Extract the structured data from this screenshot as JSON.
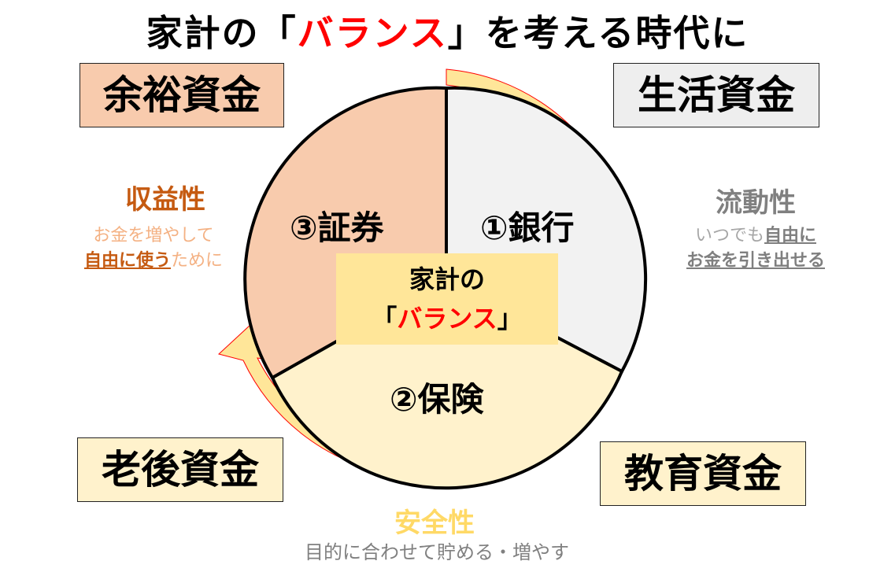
{
  "title": {
    "prefix": "家計の「",
    "highlight": "バランス",
    "suffix": "」を考える時代に"
  },
  "funds": {
    "yoyu": "余裕資金",
    "seikatsu": "生活資金",
    "rougo": "老後資金",
    "kyoiku": "教育資金"
  },
  "segments": {
    "bank": "①銀行",
    "insurance": "②保険",
    "securities": "③証券"
  },
  "center": {
    "line1": "家計の",
    "open": "「",
    "highlight": "バランス",
    "close": "」"
  },
  "properties": {
    "shueki": {
      "label": "収益性",
      "line1": "お金を増やして",
      "line2_em": "自由に使う",
      "line2_rest": "ために"
    },
    "ryudo": {
      "label": "流動性",
      "line1_plain": "いつでも",
      "line1_em": "自由に",
      "line2_em": "お金を引き出せる"
    },
    "anzen": {
      "label": "安全性",
      "desc": "目的に合わせて貯める・増やす"
    }
  },
  "colors": {
    "bank": "#f2f2f2",
    "insurance": "#fff2cc",
    "securities": "#f8cbad",
    "arrow": "#ffe699",
    "arrow_stroke": "#ff0000",
    "title_accent": "#ff0000"
  }
}
